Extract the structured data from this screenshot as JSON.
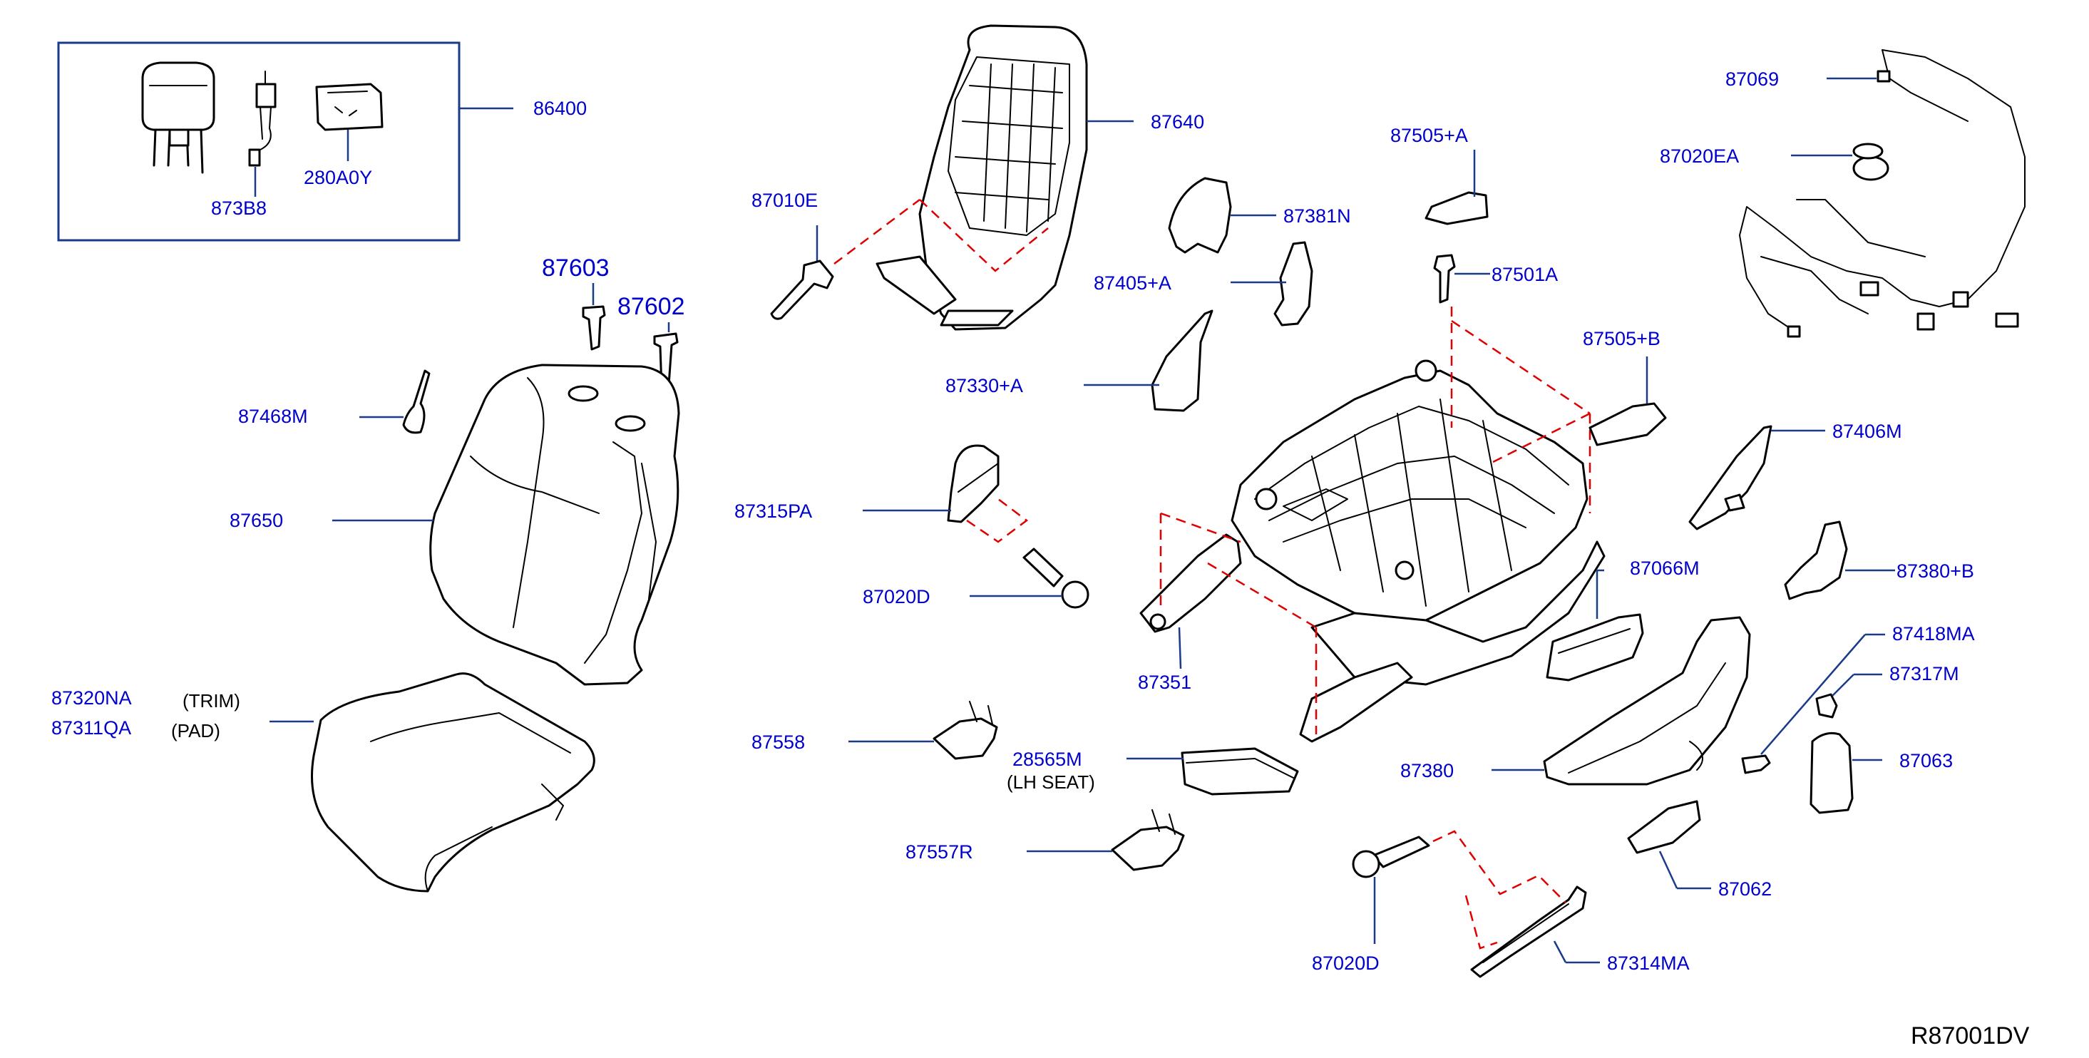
{
  "labels": {
    "p86400": "86400",
    "p873B8": "873B8",
    "p280A0Y": "280A0Y",
    "p87603": "87603",
    "p87602": "87602",
    "p87468M": "87468M",
    "p87650": "87650",
    "p87320NA": "87320NA",
    "p87311QA": "87311QA",
    "p87010E": "87010E",
    "p87640": "87640",
    "p87381N": "87381N",
    "p87405A": "87405+A",
    "p87330A": "87330+A",
    "p87315PA": "87315PA",
    "p87020D_a": "87020D",
    "p87558": "87558",
    "p28565M": "28565M",
    "p87557R": "87557R",
    "p87505A": "87505+A",
    "p87501A": "87501A",
    "p87505B": "87505+B",
    "p87351": "87351",
    "p87069": "87069",
    "p87020EA": "87020EA",
    "p87406M": "87406M",
    "p87066M": "87066M",
    "p87380B": "87380+B",
    "p87418MA": "87418MA",
    "p87317M": "87317M",
    "p87380": "87380",
    "p87063": "87063",
    "p87062": "87062",
    "p87020D_b": "87020D",
    "p87314MA": "87314MA"
  },
  "notes": {
    "trim": "(TRIM)",
    "pad": "(PAD)",
    "lh_seat": "(LH   SEAT)"
  },
  "diagram_code": "R87001DV",
  "colors": {
    "label_blue": "#0000cc",
    "leader_blue": "#1a3a8c",
    "dash_red": "#e00000",
    "line_black": "#000000"
  }
}
